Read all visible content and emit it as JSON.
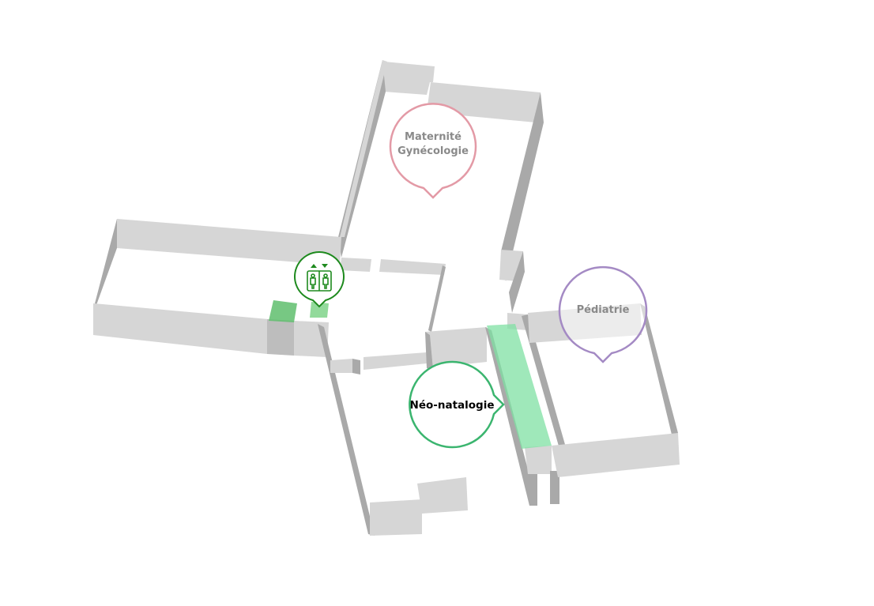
{
  "map": {
    "labels": {
      "maternite_line1": "Maternité",
      "maternite_line2": "Gynécologie",
      "pediatrie": "Pédiatrie",
      "neonatalogie": "Néo-natalogie"
    },
    "active_service": "neonatalogie",
    "elevator_icon": "elevator-icon",
    "colors": {
      "maternite": "#e39aa6",
      "pediatrie": "#a48ac4",
      "neonatalogie": "#3bb56f",
      "elevator": "#1e8a1e",
      "highlight_zone": "#7fe0a3",
      "wall_top": "#d6d6d6",
      "wall_side": "#a9a9a9"
    }
  }
}
